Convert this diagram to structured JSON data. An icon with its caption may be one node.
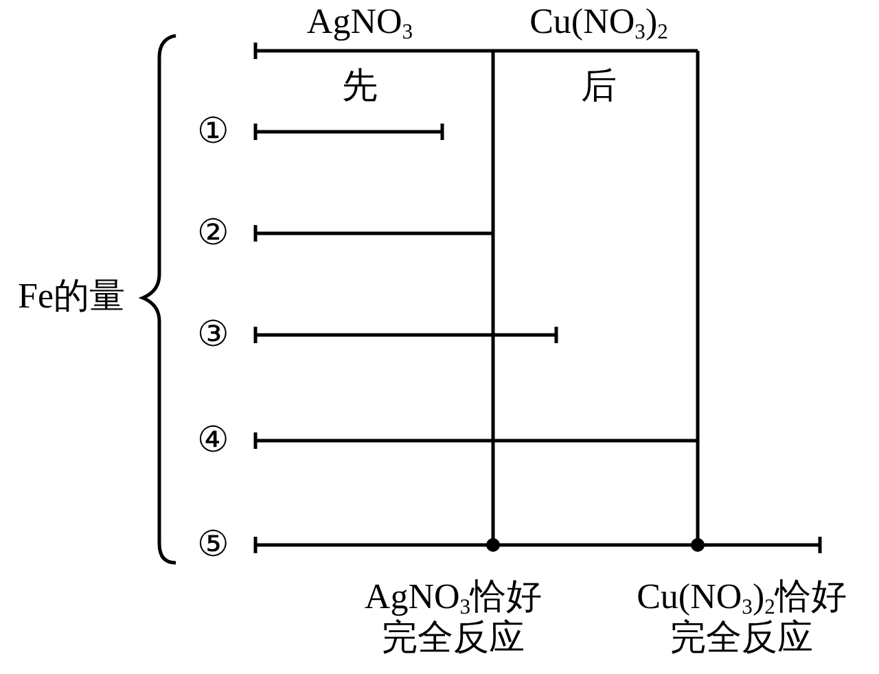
{
  "diagram": {
    "labels": [
      "AgNO$_{3}$",
      "Cu(NO$_{3}$)$_{2}$",
      "先",
      "后",
      "Fe的量",
      "①",
      "②",
      "③",
      "④",
      "⑤",
      "AgNO$_{3}$恰好完全反应",
      "Cu(NO$_{3}$)$_{2}$恰好完全反应"
    ]
  }
}
